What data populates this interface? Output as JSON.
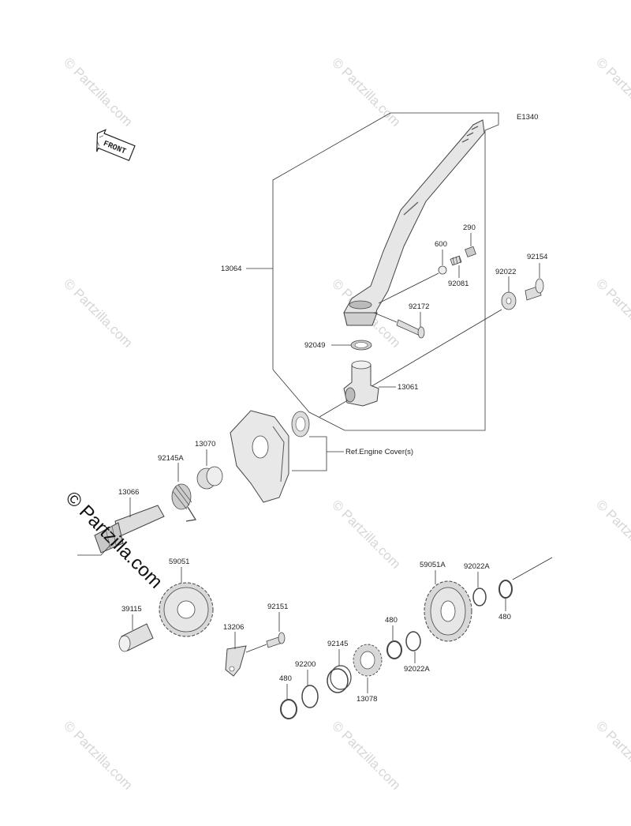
{
  "diagram_code": "E1340",
  "front_arrow_label": "FRONT",
  "reference_note": "Ref.Engine Cover(s)",
  "watermark_text": "© Partzilla.com",
  "watermark_overlay_text": "© Partzilla.com",
  "part_labels": {
    "p13064": "13064",
    "p600": "600",
    "p290": "290",
    "p92081": "92081",
    "p92154": "92154",
    "p92022": "92022",
    "p92172": "92172",
    "p92049": "92049",
    "p13061": "13061",
    "p92145A": "92145A",
    "p13070": "13070",
    "p13066": "13066",
    "p59051": "59051",
    "p39115": "39115",
    "p13206": "13206",
    "p92151": "92151",
    "p92200": "92200",
    "p92145": "92145",
    "p480a": "480",
    "p480b": "480",
    "p480c": "480",
    "p13078": "13078",
    "p92022A_a": "92022A",
    "p92022A_b": "92022A",
    "p59051A": "59051A"
  },
  "colors": {
    "part_fill": "#e6e6e6",
    "part_dark": "#bdbdbd",
    "line": "#333333",
    "watermark": "#d6d6d6"
  }
}
